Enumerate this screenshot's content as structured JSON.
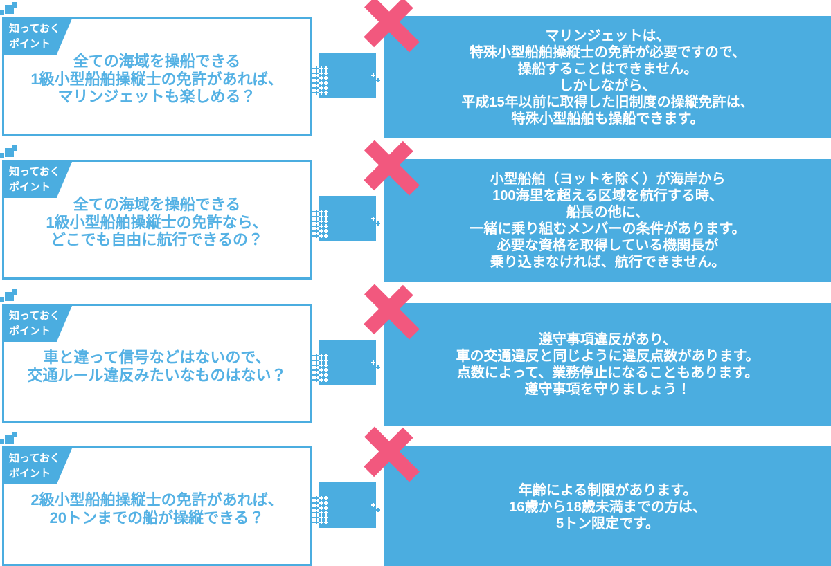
{
  "colors": {
    "accent_blue": "#4bade0",
    "question_text_blue": "#54b1e4",
    "cross_mark_pink": "#f2587e",
    "background": "#ffffff",
    "answer_text": "#ffffff"
  },
  "badge_label": "知っておく\nポイント",
  "rows": [
    {
      "badge": "知っておく\nポイント",
      "question": "全ての海域を操船できる\n1級小型船舶操縦士の免許があれば、\nマリンジェットも楽しめる？",
      "answer": "マリンジェットは、\n特殊小型船舶操縦士の免許が必要ですので、\n操船することはできません。\nしかしながら、\n平成15年以前に取得した旧制度の操縦免許は、\n特殊小型船舶も操船できます。"
    },
    {
      "badge": "知っておく\nポイント",
      "question": "全ての海域を操船できる\n1級小型船舶操縦士の免許なら、\nどこでも自由に航行できるの？",
      "answer": "小型船舶（ヨットを除く）が海岸から\n100海里を超える区域を航行する時、\n船長の他に、\n一緒に乗り組むメンバーの条件があります。\n必要な資格を取得している機関長が\n乗り込まなければ、航行できません。"
    },
    {
      "badge": "知っておく\nポイント",
      "question": "車と違って信号などはないので、\n交通ルール違反みたいなものはない？",
      "answer": "遵守事項違反があり、\n車の交通違反と同じように違反点数があります。\n点数によって、業務停止になることもあります。\n遵守事項を守りましょう！"
    },
    {
      "badge": "知っておく\nポイント",
      "question": "2級小型船舶操縦士の免許があれば、\n20トンまでの船が操縦できる？",
      "answer": "年齢による制限があります。\n16歳から18歳未満までの方は、\n5トン限定です。"
    }
  ]
}
